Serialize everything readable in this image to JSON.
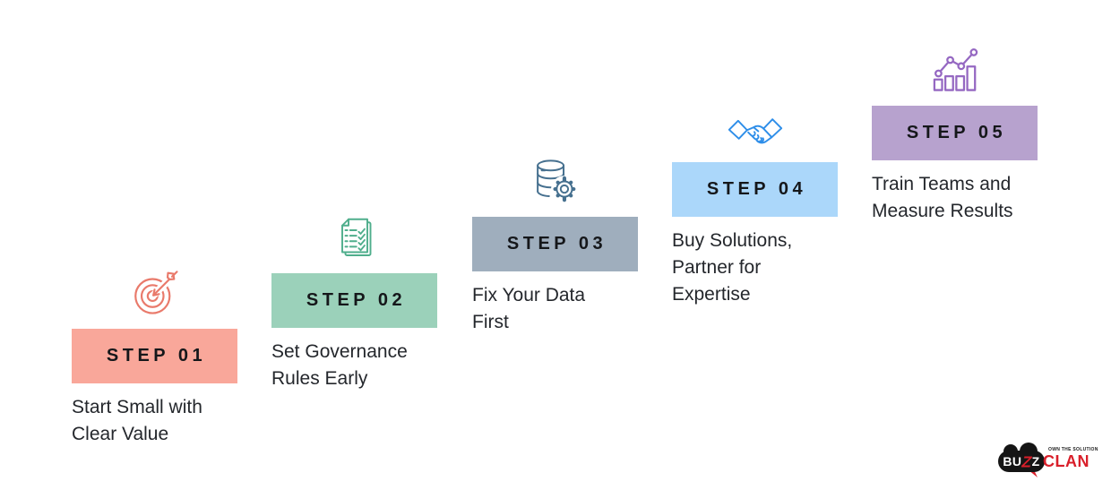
{
  "background_color": "#ffffff",
  "text_color": "#24272c",
  "steps": [
    {
      "label": "STEP 01",
      "description": "Start Small with\nClear Value",
      "box_color": "#F9A79A",
      "icon_color": "#E97A6B",
      "icon": "target-icon"
    },
    {
      "label": "STEP 02",
      "description": "Set Governance\nRules Early",
      "box_color": "#9BD1BA",
      "icon_color": "#4FAE8C",
      "icon": "checklist-icon"
    },
    {
      "label": "STEP 03",
      "description": "Fix Your Data\nFirst",
      "box_color": "#9FAEBD",
      "icon_color": "#46708F",
      "icon": "database-gear-icon"
    },
    {
      "label": "STEP 04",
      "description": "Buy Solutions,\nPartner for\nExpertise",
      "box_color": "#ABD7FA",
      "icon_color": "#2E8EE9",
      "icon": "handshake-icon"
    },
    {
      "label": "STEP 05",
      "description": "Train Teams and\nMeasure Results",
      "box_color": "#B7A2CE",
      "icon_color": "#9568C2",
      "icon": "growth-chart-icon"
    }
  ],
  "logo": {
    "part1": "BU",
    "bolt": "Z",
    "part2": "Z",
    "part3": "CLAN",
    "tagline": "OWN THE SOLUTION",
    "cloud_color": "#151515",
    "accent_color": "#d91f2a"
  }
}
